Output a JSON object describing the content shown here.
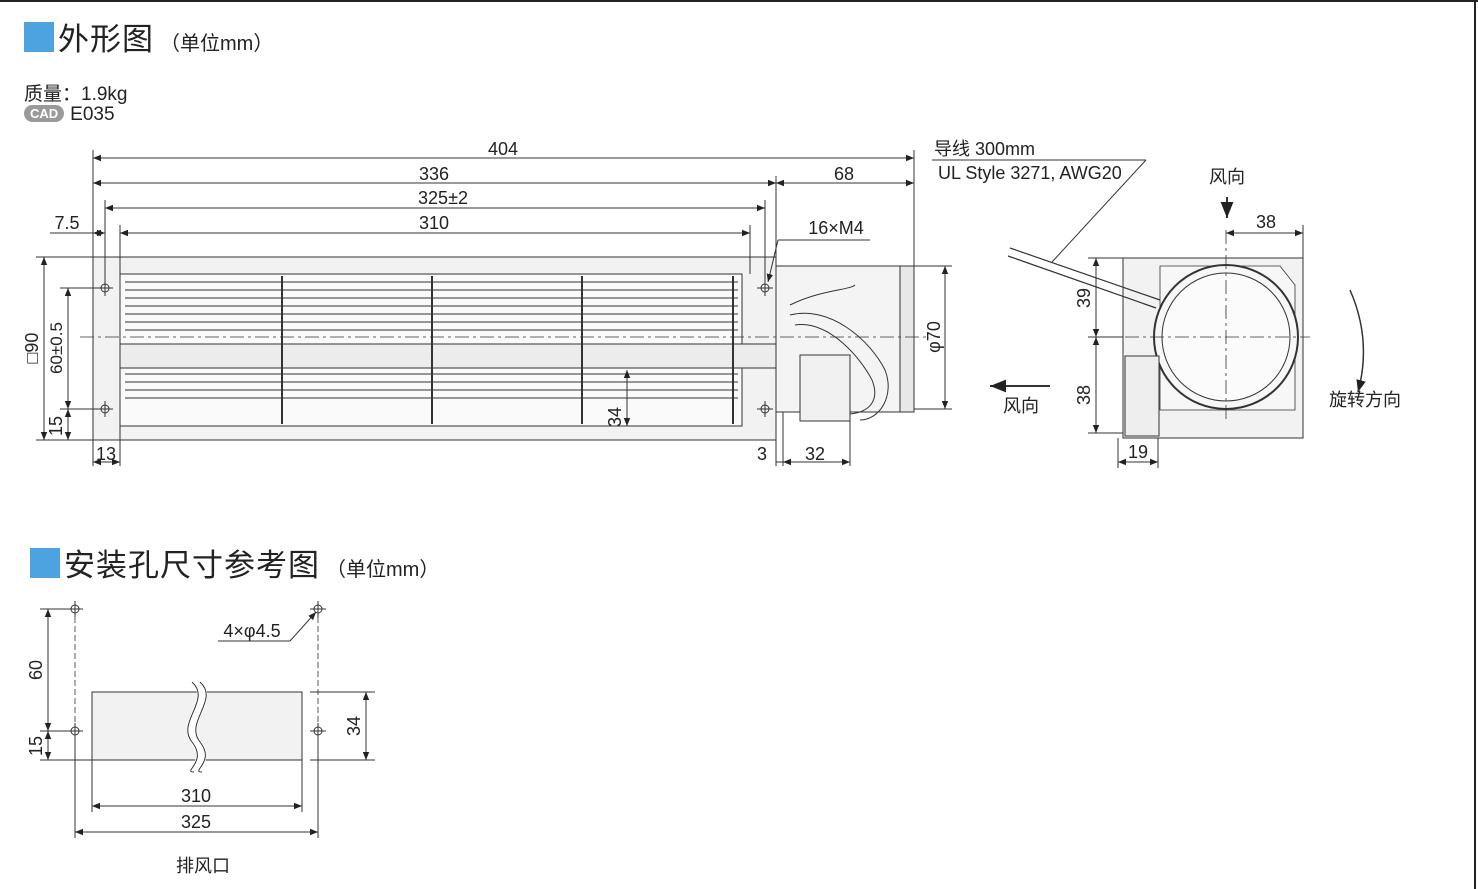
{
  "accent_color": "#4da3e0",
  "outline": {
    "title": "外形图",
    "unit": "（单位mm）",
    "mass": "质量：1.9kg",
    "cad_badge": "CAD",
    "cad_code": "E035",
    "dims": {
      "overall": "404",
      "body": "336",
      "motor": "68",
      "hole_span": "325±2",
      "outlet": "310",
      "offset": "7.5",
      "screws": "16×M4",
      "height": "□90",
      "hole_pitch": "60±0.5",
      "bottom": "15",
      "outlet_h": "34",
      "left_edge": "13",
      "gap": "3",
      "motor_len": "32",
      "motor_dia": "φ70"
    },
    "lead_wire": {
      "line1": "导线 300mm",
      "line2": "UL Style 3271, AWG20"
    },
    "side": {
      "airflow_in": "风向",
      "airflow_out": "风向",
      "rotation": "旋转方向",
      "top_half": "39",
      "bottom_half": "38",
      "width_half": "38",
      "bottom_w": "19"
    }
  },
  "mounting": {
    "title": "安装孔尺寸参考图",
    "unit": "（单位mm）",
    "holes": "4×φ4.5",
    "pitch": "60",
    "bottom": "15",
    "outlet_h": "34",
    "outlet_w": "310",
    "hole_w": "325",
    "exhaust": "排风口"
  }
}
